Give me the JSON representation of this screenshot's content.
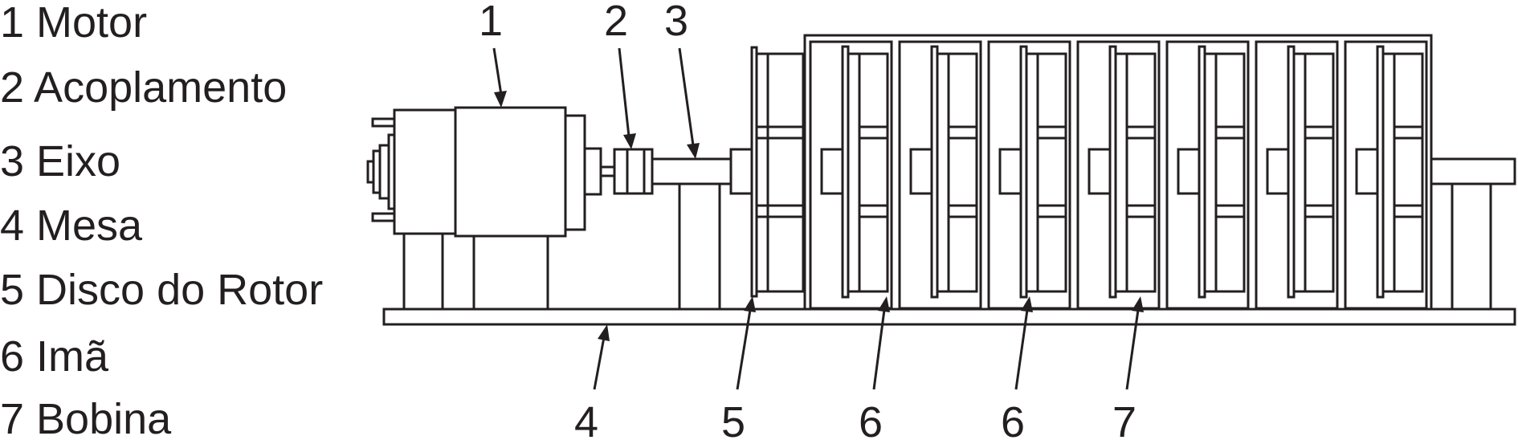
{
  "legend": [
    {
      "id": 1,
      "label": "1 Motor"
    },
    {
      "id": 2,
      "label": "2 Acoplamento"
    },
    {
      "id": 3,
      "label": "3 Eixo"
    },
    {
      "id": 4,
      "label": "4 Mesa"
    },
    {
      "id": 5,
      "label": "5 Disco do Rotor"
    },
    {
      "id": 6,
      "label": "6 Imã"
    },
    {
      "id": 7,
      "label": "7 Bobina"
    }
  ],
  "callouts": {
    "motor": "1",
    "coupling": "2",
    "shaft": "3",
    "table": "4",
    "rotor_disc": "5",
    "magnet_a": "6",
    "magnet_b": "6",
    "coil": "7"
  },
  "colors": {
    "ink": "#231f20",
    "background": "#ffffff"
  }
}
